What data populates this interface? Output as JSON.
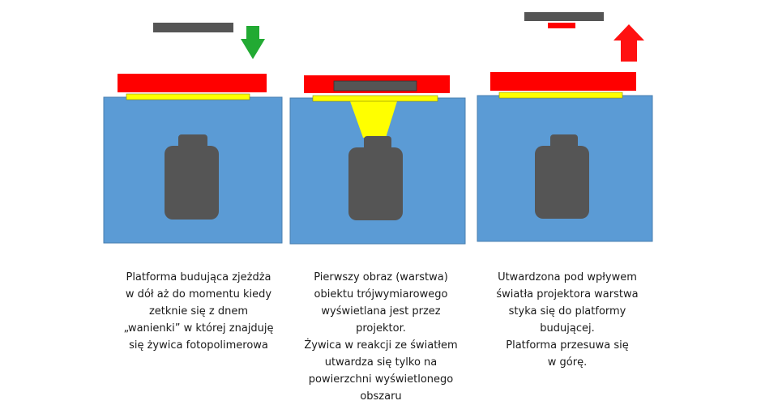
{
  "colors": {
    "vat": "#5b9bd5",
    "vat_border": "#4a7fb0",
    "resin_object": "#555555",
    "platform": "#ff0000",
    "film": "#ffff00",
    "light_beam": "#ffff00",
    "arrow_down": "#22aa33",
    "arrow_up": "#ff1111",
    "background": "#ffffff"
  },
  "icons": {
    "step1": "arrow-down-icon",
    "step3": "arrow-up-icon"
  },
  "captions": [
    {
      "lines": [
        "Platforma budująca zjeżdża",
        "w dół aż do momentu kiedy",
        "zetknie się z dnem",
        "„wanienki” w której znajduję",
        "się żywica fotopolimerowa"
      ]
    },
    {
      "lines": [
        "Pierwszy obraz (warstwa)",
        "obiektu trójwymiarowego",
        "wyświetlana jest przez",
        "projektor.",
        "Żywica w reakcji ze światłem",
        "utwardza się tylko na",
        "powierzchni wyświetlonego",
        "obszaru"
      ]
    },
    {
      "lines": [
        "Utwardzona pod wpływem",
        "światła projektora warstwa",
        "styka się do platformy",
        "budującej.",
        "Platforma przesuwa się",
        "w górę."
      ]
    }
  ]
}
